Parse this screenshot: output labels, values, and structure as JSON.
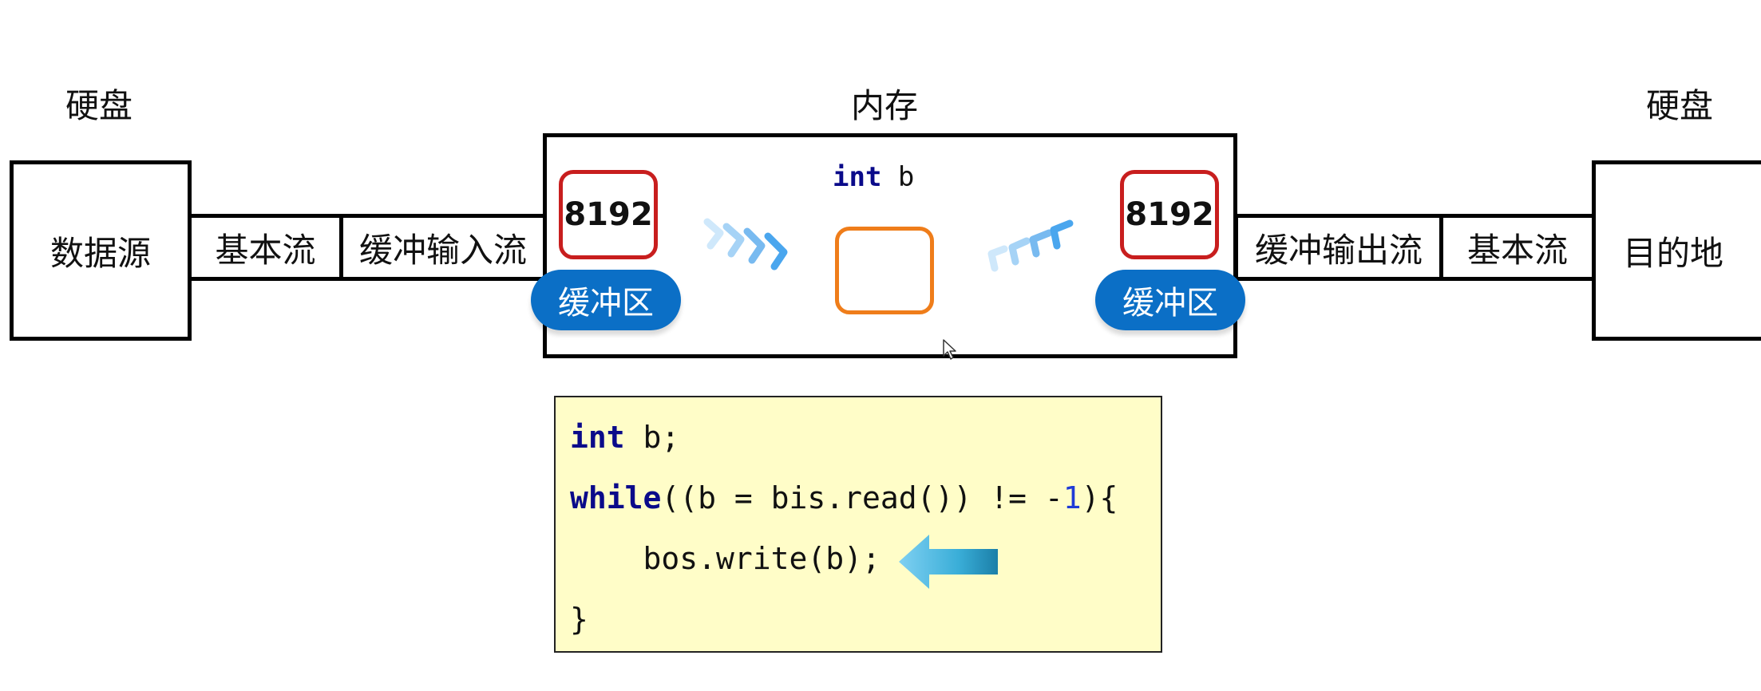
{
  "labels": {
    "left_disk": "硬盘",
    "memory": "内存",
    "right_disk": "硬盘"
  },
  "left": {
    "source": "数据源",
    "basic_stream": "基本流",
    "buffered_input": "缓冲输入流"
  },
  "right": {
    "buffered_output": "缓冲输出流",
    "basic_stream": "基本流",
    "destination": "目的地"
  },
  "memory": {
    "var_keyword": "int",
    "var_name": "b",
    "left_buffer_size": "8192",
    "left_buffer_label": "缓冲区",
    "right_buffer_size": "8192",
    "right_buffer_label": "缓冲区"
  },
  "code": {
    "line1_kw": "int",
    "line1_rest": " b;",
    "line2_kw": "while",
    "line2_a": "((b = bis.read()) != -",
    "line2_num": "1",
    "line2_b": "){",
    "line3": "    bos.write(b);",
    "line4": "}"
  },
  "colors": {
    "buffer_border": "#c81e1e",
    "buffer_pill": "#0b6fc6",
    "variable_box": "#ef7d1a",
    "code_background": "#fffdc8",
    "chevron": "#4aa6ee",
    "pointer_arrow": "#36a9d6"
  }
}
